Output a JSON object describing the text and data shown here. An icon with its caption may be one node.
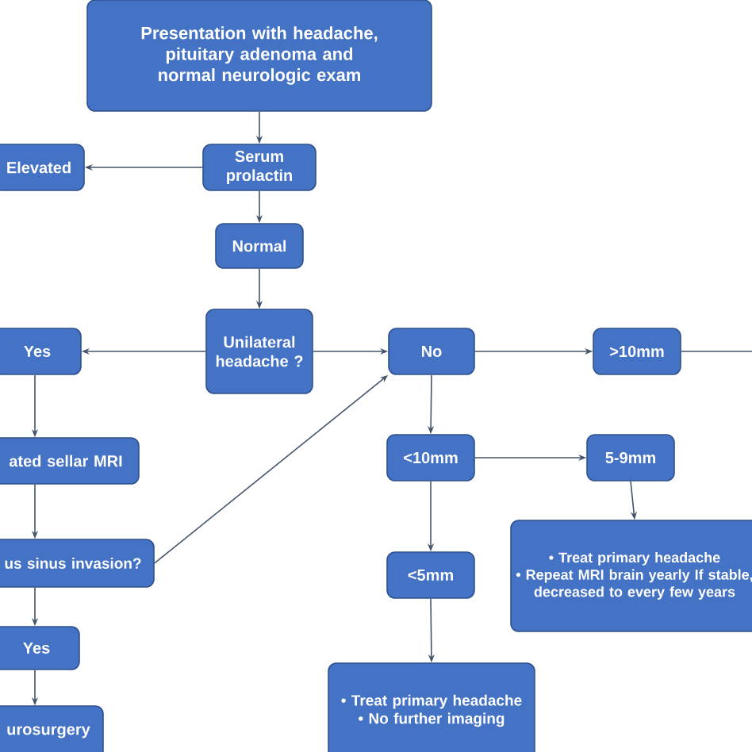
{
  "diagram": {
    "nodes": [
      {
        "text": [
          "Presentation with headache, pituitary adenoma and normal neurologic exam"
        ]
      },
      {
        "text": [
          "Serum prolactin"
        ]
      },
      {
        "text": [
          "Elevated"
        ]
      },
      {
        "text": [
          "Normal"
        ]
      },
      {
        "text": [
          "Unilateral headache ?"
        ]
      },
      {
        "text": [
          "Yes"
        ]
      },
      {
        "text": [
          "No"
        ]
      },
      {
        "text": [
          ">10mm"
        ]
      },
      {
        "text": [
          "ated sellar MRI"
        ]
      },
      {
        "text": [
          "<10mm"
        ]
      },
      {
        "text": [
          "5-9mm"
        ]
      },
      {
        "text": [
          "us sinus invasion?"
        ]
      },
      {
        "text": [
          "• Treat primary headache",
          "• Repeat MRI brain yearly If stable, decreased to every few years"
        ]
      },
      {
        "text": [
          "<5mm"
        ]
      },
      {
        "text": [
          "Yes"
        ]
      },
      {
        "text": [
          "• Treat primary headache",
          "• No further imaging"
        ]
      },
      {
        "text": [
          "urosurgery"
        ]
      }
    ],
    "edges": [
      {
        "from": 0,
        "to": 1,
        "arrow": "to"
      },
      {
        "from": 1,
        "to": 2,
        "arrow": "to"
      },
      {
        "from": 1,
        "to": 3,
        "arrow": "to"
      },
      {
        "from": 3,
        "to": 4,
        "arrow": "to"
      },
      {
        "from": 4,
        "to": 5,
        "arrow": "to"
      },
      {
        "from": 4,
        "to": 6,
        "arrow": "to"
      },
      {
        "from": 6,
        "to": 7,
        "arrow": "to"
      },
      {
        "from": 7,
        "to": null,
        "arrow": "none"
      },
      {
        "from": 5,
        "to": 8,
        "arrow": "to"
      },
      {
        "from": 6,
        "to": 9,
        "arrow": "to"
      },
      {
        "from": 9,
        "to": 10,
        "arrow": "to"
      },
      {
        "from": 8,
        "to": 11,
        "arrow": "to"
      },
      {
        "from": 11,
        "to": 6,
        "arrow": "to"
      },
      {
        "from": 10,
        "to": 12,
        "arrow": "to"
      },
      {
        "from": 9,
        "to": 13,
        "arrow": "to"
      },
      {
        "from": 11,
        "to": 14,
        "arrow": "to"
      },
      {
        "from": 13,
        "to": 15,
        "arrow": "to"
      },
      {
        "from": 14,
        "to": 16,
        "arrow": "to"
      }
    ]
  }
}
